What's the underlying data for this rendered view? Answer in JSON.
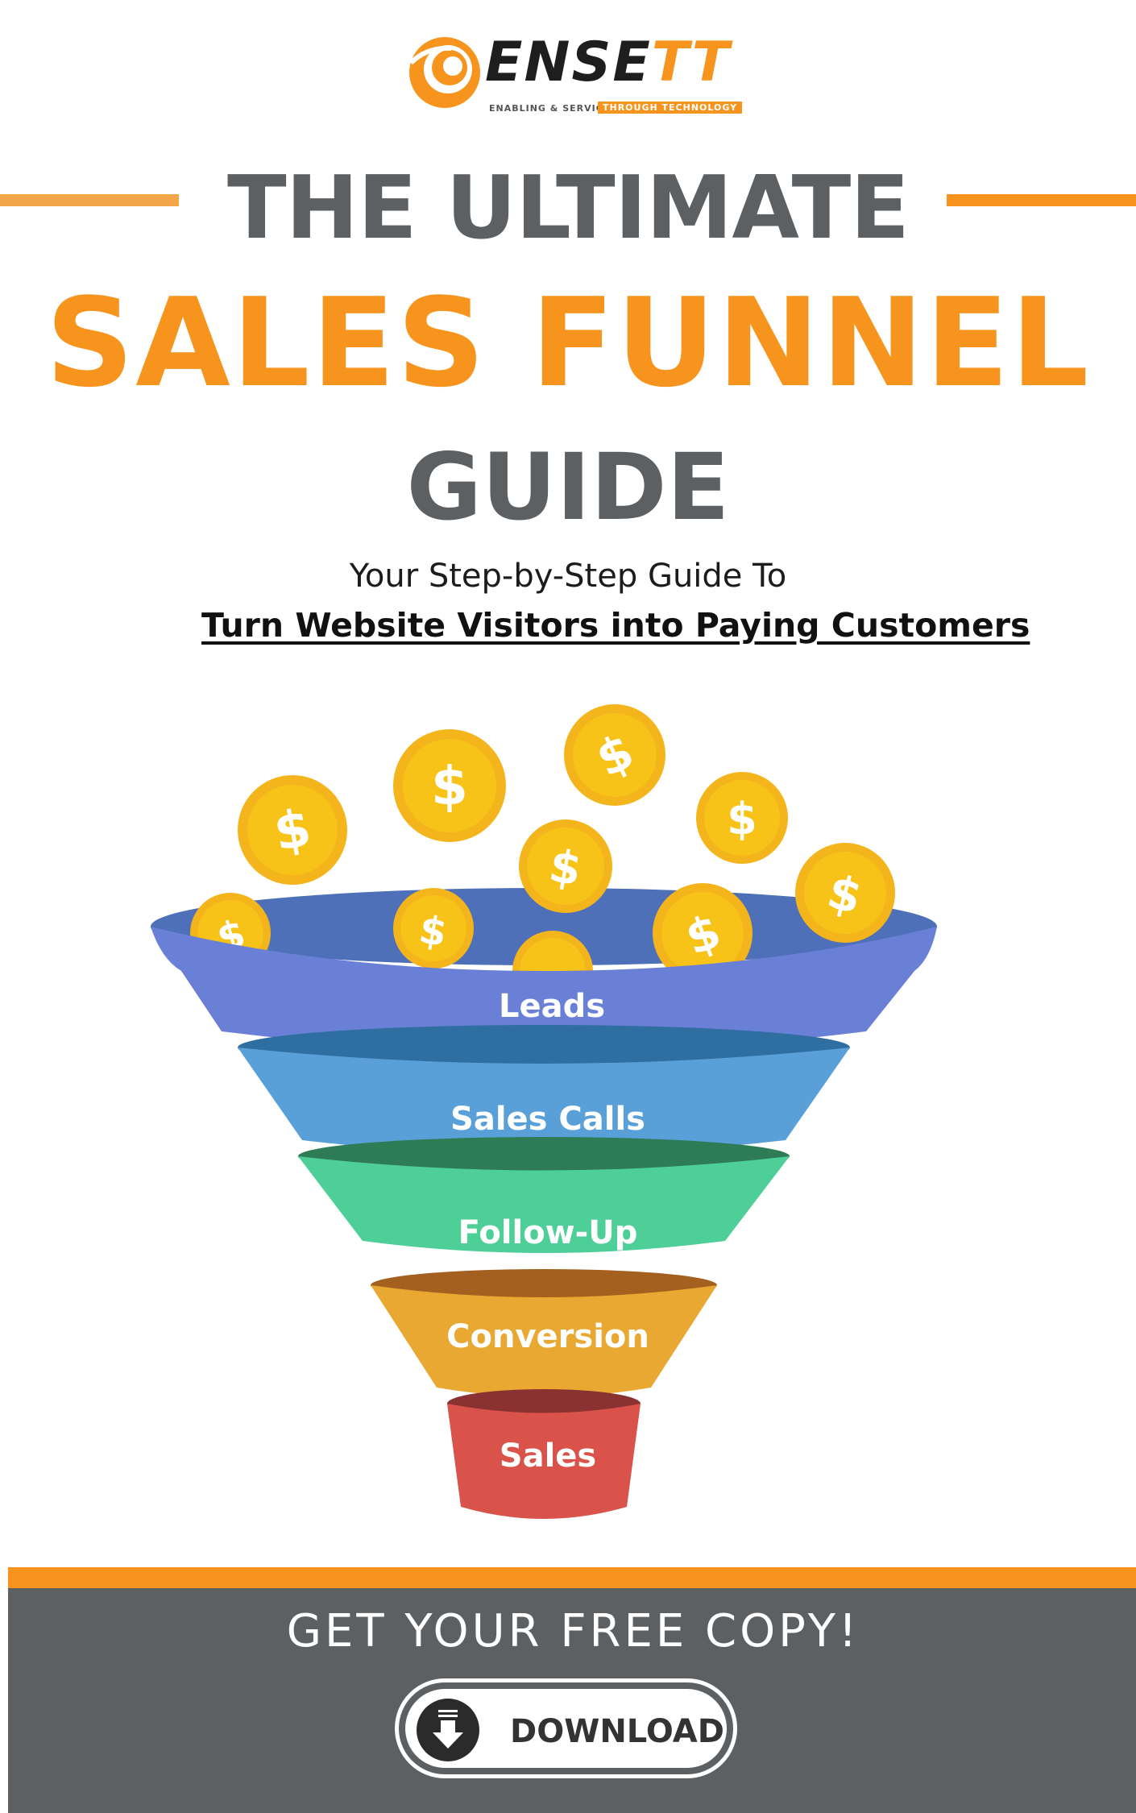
{
  "brand": {
    "name_main": "ENSE",
    "name_accent": "TT",
    "tagline_left": "ENABLING & SERVICES",
    "tagline_right": "THROUGH TECHNOLOGY",
    "logo_icon": "swirl-logo-icon"
  },
  "headline": {
    "line1": "THE ULTIMATE",
    "line2": "SALES FUNNEL",
    "line3": "GUIDE"
  },
  "subtitle": {
    "line1": "Your Step-by-Step Guide To",
    "line2": "Turn Website Visitors into Paying Customers "
  },
  "funnel": {
    "stages": [
      {
        "label": "Leads",
        "color": "#6a7fd6"
      },
      {
        "label": "Sales Calls",
        "color": "#5aa0d8"
      },
      {
        "label": "Follow-Up",
        "color": "#4ecf98"
      },
      {
        "label": "Conversion",
        "color": "#e8a832"
      },
      {
        "label": "Sales",
        "color": "#d9534a"
      }
    ],
    "coin_icon": "dollar-coin-icon",
    "coin_color": "#f8c318"
  },
  "cta": {
    "text": "GET YOUR FREE COPY!",
    "button_label": "DOWNLOAD",
    "button_icon": "download-icon"
  },
  "colors": {
    "accent": "#f7941d",
    "dark_gray": "#5d6063"
  }
}
